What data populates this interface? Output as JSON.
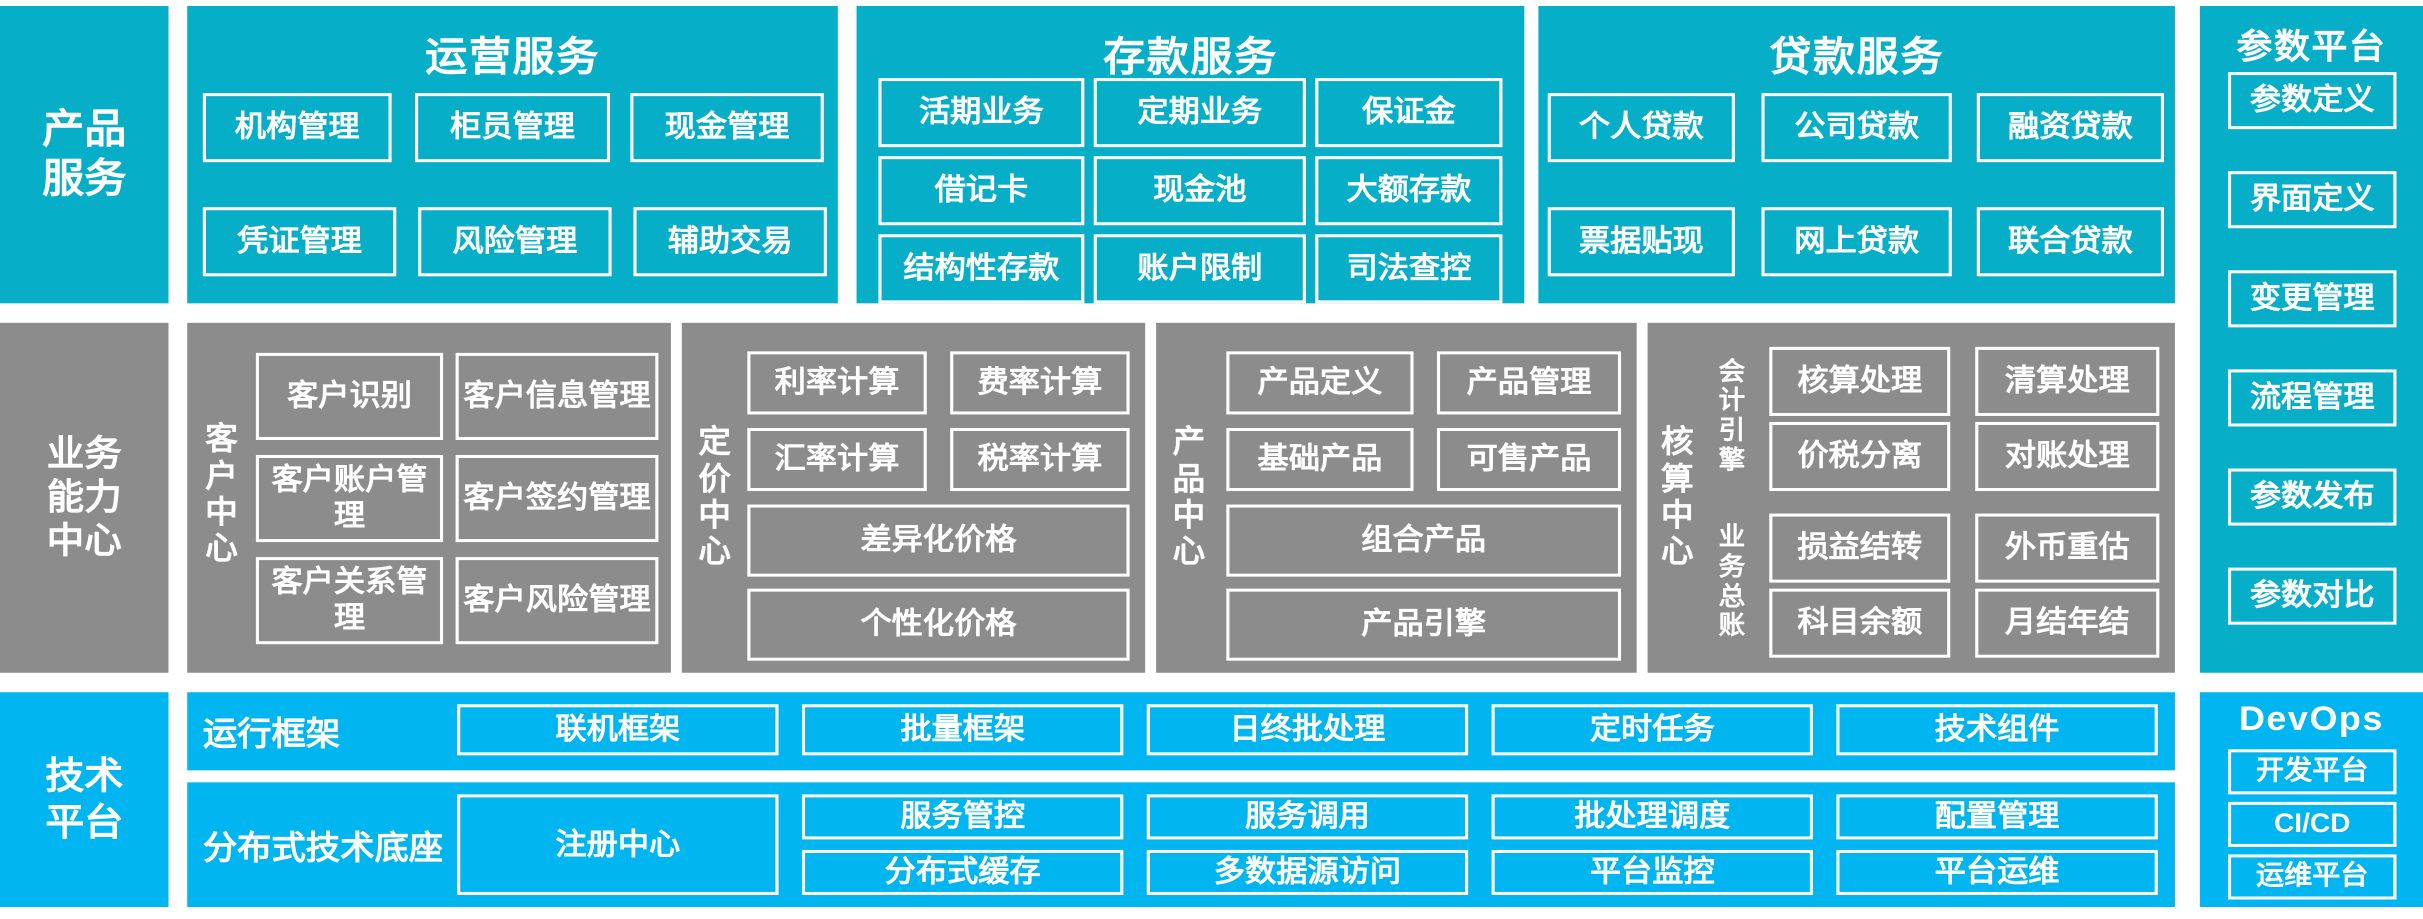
{
  "colors": {
    "teal": "#06aec8",
    "gray": "#8c8c8c",
    "blue": "#00b5f0",
    "border": "#ffffff",
    "text": "#ffffff"
  },
  "layer_product": {
    "side_label_lines": [
      "产品",
      "服务"
    ],
    "groups": [
      {
        "title": "运营服务",
        "items": [
          "机构管理",
          "柜员管理",
          "现金管理",
          "凭证管理",
          "风险管理",
          "辅助交易"
        ]
      },
      {
        "title": "存款服务",
        "items": [
          "活期业务",
          "定期业务",
          "保证金",
          "借记卡",
          "现金池",
          "大额存款",
          "结构性存款",
          "账户限制",
          "司法查控"
        ]
      },
      {
        "title": "贷款服务",
        "items": [
          "个人贷款",
          "公司贷款",
          "融资贷款",
          "票据贴现",
          "网上贷款",
          "联合贷款"
        ]
      }
    ]
  },
  "layer_business": {
    "side_label_lines": [
      "业务",
      "能力",
      "中心"
    ],
    "centers": [
      {
        "name_chars": [
          "客",
          "户",
          "中",
          "心"
        ],
        "items": [
          "客户识别",
          "客户信息管理",
          "客户账户管理",
          "客户签约管理",
          "客户关系管理",
          "客户风险管理"
        ]
      },
      {
        "name_chars": [
          "定",
          "价",
          "中",
          "心"
        ],
        "items": [
          "利率计算",
          "费率计算",
          "汇率计算",
          "税率计算"
        ],
        "wide_items": [
          "差异化价格",
          "个性化价格"
        ]
      },
      {
        "name_chars": [
          "产",
          "品",
          "中",
          "心"
        ],
        "items": [
          "产品定义",
          "产品管理",
          "基础产品",
          "可售产品"
        ],
        "wide_items": [
          "组合产品",
          "产品引擎"
        ]
      },
      {
        "name_chars": [
          "核",
          "算",
          "中",
          "心"
        ],
        "sub_groups": [
          {
            "name_chars": [
              "会",
              "计",
              "引",
              "擎"
            ],
            "items": [
              "核算处理",
              "清算处理",
              "价税分离",
              "对账处理"
            ]
          },
          {
            "name_chars": [
              "业",
              "务",
              "总",
              "账"
            ],
            "items": [
              "损益结转",
              "外币重估",
              "科目余额",
              "月结年结"
            ]
          }
        ]
      }
    ]
  },
  "layer_tech": {
    "side_label_lines": [
      "技术",
      "平台"
    ],
    "rows": [
      {
        "label": "运行框架",
        "items": [
          "联机框架",
          "批量框架",
          "日终批处理",
          "定时任务",
          "技术组件"
        ]
      },
      {
        "label": "分布式技术底座",
        "big_item": "注册中心",
        "items_top": [
          "服务管控",
          "服务调用",
          "批处理调度",
          "配置管理"
        ],
        "items_bottom": [
          "分布式缓存",
          "多数据源访问",
          "平台监控",
          "平台运维"
        ]
      }
    ]
  },
  "right_column": {
    "param_platform": {
      "title": "参数平台",
      "items": [
        "参数定义",
        "界面定义",
        "变更管理",
        "流程管理",
        "参数发布",
        "参数对比"
      ]
    },
    "devops": {
      "title": "DevOps",
      "items": [
        "开发平台",
        "CI/CD",
        "运维平台"
      ]
    }
  }
}
